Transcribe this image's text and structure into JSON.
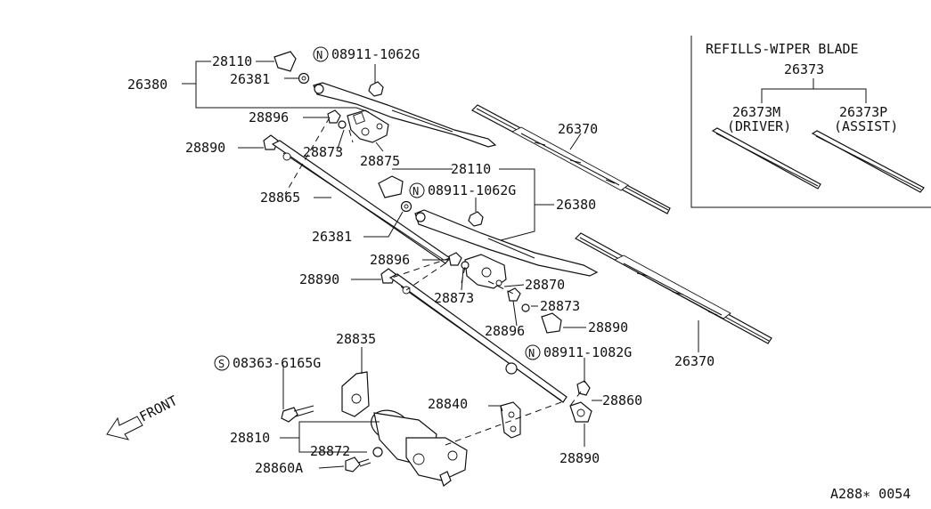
{
  "refills": {
    "title": "REFILLS-WIPER BLADE",
    "group": "26373",
    "driver_part": "26373M",
    "driver_label": "(DRIVER)",
    "assist_part": "26373P",
    "assist_label": "(ASSIST)"
  },
  "labels": {
    "p28110_top": "28110",
    "n08911_top": "08911-1062G",
    "p26380_left": "26380",
    "p26381_top": "26381",
    "p28896_top": "28896",
    "p28873_top": "28873",
    "p28875": "28875",
    "p28890_left": "28890",
    "p26370_top": "26370",
    "p28865": "28865",
    "p28110_mid": "28110",
    "n08911_mid": "08911-1062G",
    "p26380_right": "26380",
    "p26381_mid": "26381",
    "p28896_mid": "28896",
    "p28890_mid": "28890",
    "p28873_mid": "28873",
    "p28870": "28870",
    "p28873_right": "28873",
    "p28896_low": "28896",
    "p28890_right": "28890",
    "p26370_low": "26370",
    "p28835": "28835",
    "s08363": "08363-6165G",
    "n08911_low": "08911-1082G",
    "p28860": "28860",
    "p28840": "28840",
    "p28810": "28810",
    "p28872": "28872",
    "p28860A": "28860A",
    "p28890_bottom": "28890",
    "front": "FRONT",
    "code": "A288∗ 0054"
  },
  "markers": {
    "n": "N",
    "s": "S"
  }
}
